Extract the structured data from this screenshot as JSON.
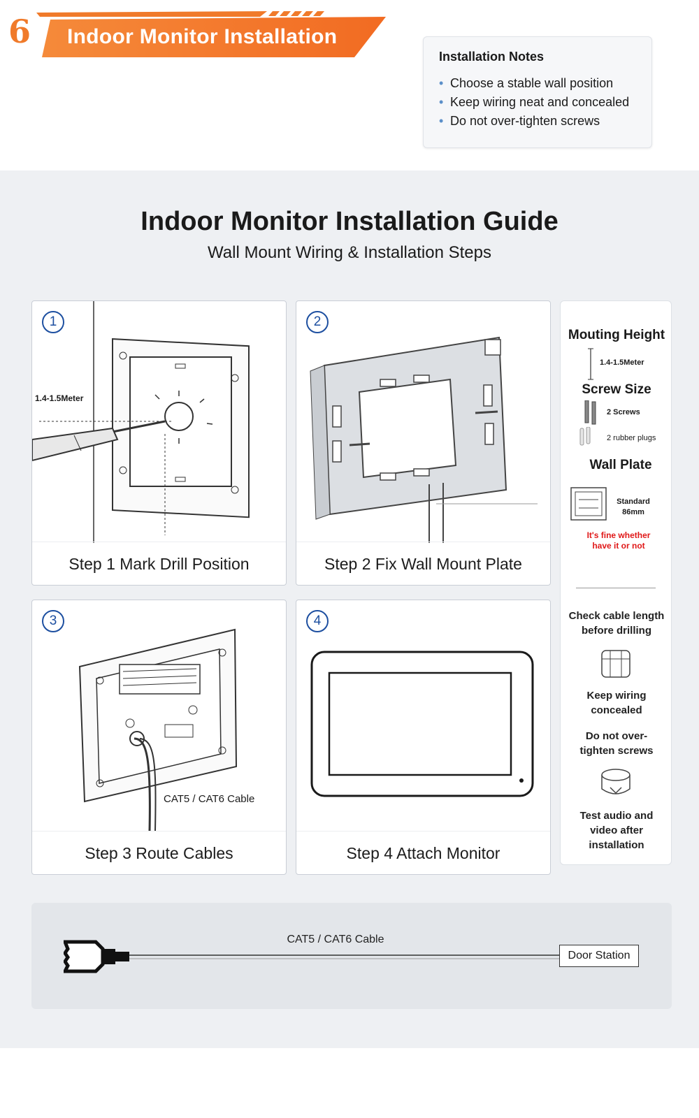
{
  "header": {
    "section_number": "6",
    "title": "Indoor Monitor Installation",
    "accent_color": "#f07a2a"
  },
  "notes": {
    "title": "Installation Notes",
    "items": [
      "Choose a stable wall position",
      "Keep wiring neat and concealed",
      "Do not over-tighten screws"
    ]
  },
  "guide": {
    "title": "Indoor Monitor Installation Guide",
    "subtitle": "Wall Mount Wiring & Installation Steps"
  },
  "steps": [
    {
      "number": "1",
      "caption": "Step 1 Mark Drill Position",
      "annotation": "1.4-1.5Meter"
    },
    {
      "number": "2",
      "caption": "Step 2 Fix Wall Mount Plate"
    },
    {
      "number": "3",
      "caption": "Step 3 Route Cables",
      "annotation": "CAT5 / CAT6 Cable"
    },
    {
      "number": "4",
      "caption": "Step 4 Attach Monitor"
    }
  ],
  "side_panel": {
    "mounting_height_title": "Mouting Height",
    "mounting_height_value": "1.4-1.5Meter",
    "screw_size_title": "Screw Size",
    "screws_label": "2 Screws",
    "plugs_label": "2 rubber plugs",
    "wall_plate_title": "Wall Plate",
    "wall_plate_line1": "Standard",
    "wall_plate_line2": "86mm",
    "wall_plate_note_line1": "It's fine whether",
    "wall_plate_note_line2": "have it or not",
    "warning_color": "#e01818",
    "tips": [
      {
        "line1": "Check cable length",
        "line2": "before drilling"
      },
      {
        "line1": "Keep wiring",
        "line2": "concealed"
      },
      {
        "line1": "Do not over-",
        "line2": "tighten screws"
      },
      {
        "line1": "Test audio and",
        "line2": "video after",
        "line3": "installation"
      }
    ]
  },
  "cable": {
    "label": "CAT5 / CAT6 Cable",
    "endpoint": "Door Station"
  }
}
